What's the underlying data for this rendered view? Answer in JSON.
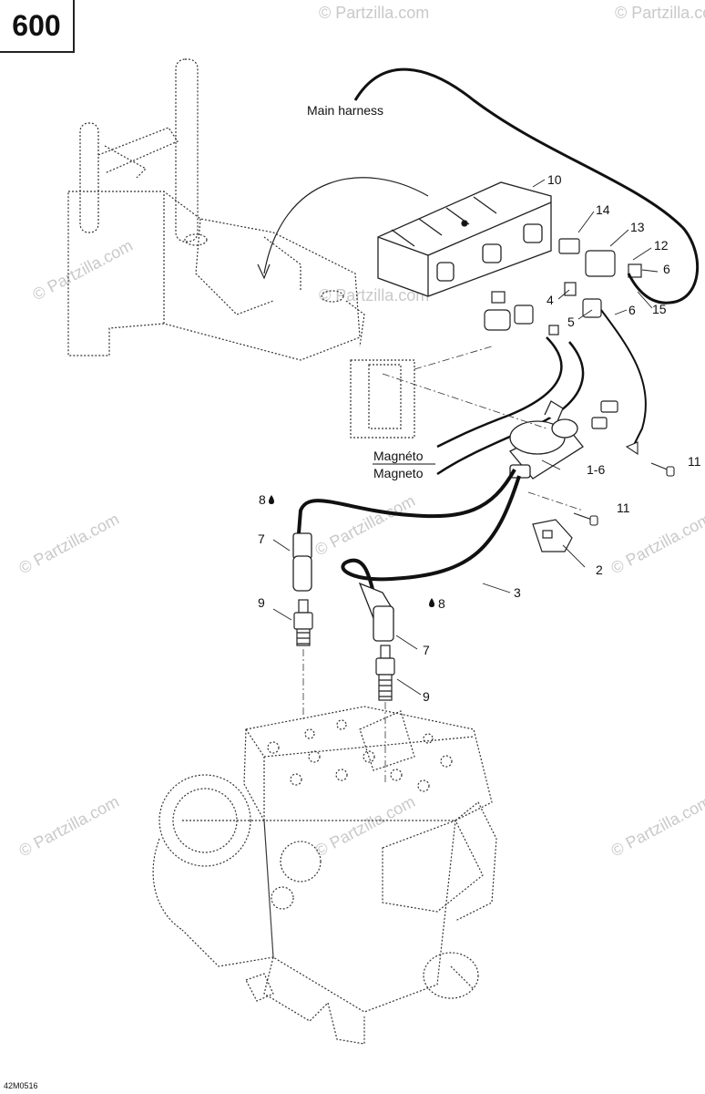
{
  "page_number": "600",
  "figure_code": "42M0516",
  "watermark": "© Partzilla.com",
  "callouts": {
    "main_harness": "Main harness",
    "magneto_fr": "Magnéto",
    "magneto_en": "Magneto",
    "p10": "10",
    "p14": "14",
    "p13": "13",
    "p12": "12",
    "p6a": "6",
    "p4": "4",
    "p5": "5",
    "p6b": "6",
    "p15": "15",
    "p11a": "11",
    "p1_6": "1-6",
    "p11b": "11",
    "p2": "2",
    "p3": "3",
    "p8a": "8",
    "p7a": "7",
    "p9a": "9",
    "p8b": "8",
    "p7b": "7",
    "p9b": "9"
  },
  "colors": {
    "line": "#222222",
    "dashed": "#333333",
    "watermark": "#c9c9c9"
  }
}
